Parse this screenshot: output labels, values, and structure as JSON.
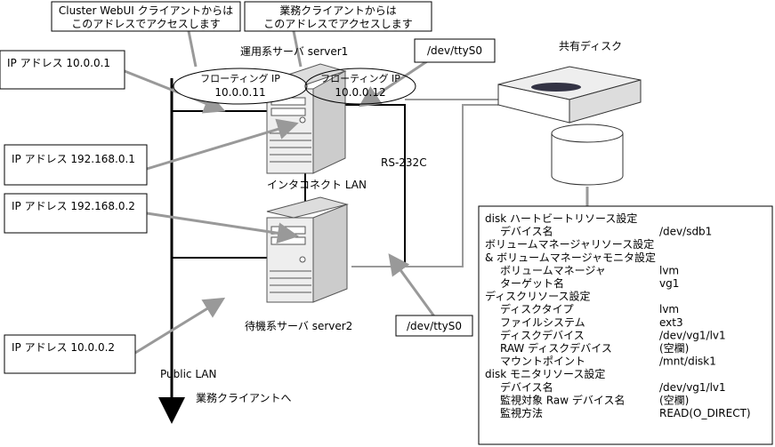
{
  "callouts": {
    "webui": [
      "Cluster WebUI クライアントからは",
      "このアドレスでアクセスします"
    ],
    "business": [
      "業務クライアントからは",
      "このアドレスでアクセスします"
    ]
  },
  "servers": {
    "primary_label": "運用系サーバ server1",
    "standby_label": "待機系サーバ server2"
  },
  "floating_ips": [
    {
      "label": "フローティング IP",
      "address": "10.0.0.11"
    },
    {
      "label": "フローティング IP",
      "address": "10.0.0.12"
    }
  ],
  "ip_boxes": [
    "IP アドレス  10.0.0.1",
    "IP アドレス  192.168.0.1",
    "IP アドレス  192.168.0.2",
    "IP アドレス  10.0.0.2"
  ],
  "tty": {
    "top": "/dev/ttyS0",
    "bottom": "/dev/ttyS0"
  },
  "links": {
    "interconnect": "インタコネクト LAN",
    "rs232c": "RS-232C",
    "public_lan": "Public LAN",
    "to_clients": "業務クライアントへ"
  },
  "shared_disk": "共有ディスク",
  "settings": [
    {
      "label": "disk ハートビートリソース設定",
      "value": "",
      "indent": 0
    },
    {
      "label": "デバイス名",
      "value": "/dev/sdb1",
      "indent": 1
    },
    {
      "label": "ボリュームマネージャリソース設定",
      "value": "",
      "indent": 0
    },
    {
      "label": "& ボリュームマネージャモニタ設定",
      "value": "",
      "indent": 0
    },
    {
      "label": "ボリュームマネージャ",
      "value": "lvm",
      "indent": 1
    },
    {
      "label": "ターゲット名",
      "value": "vg1",
      "indent": 1
    },
    {
      "label": "ディスクリソース設定",
      "value": "",
      "indent": 0
    },
    {
      "label": "ディスクタイプ",
      "value": "lvm",
      "indent": 1
    },
    {
      "label": "ファイルシステム",
      "value": "ext3",
      "indent": 1
    },
    {
      "label": "ディスクデバイス",
      "value": "/dev/vg1/lv1",
      "indent": 1
    },
    {
      "label": "RAW ディスクデバイス",
      "value": "(空欄)",
      "indent": 1
    },
    {
      "label": "マウントポイント",
      "value": "/mnt/disk1",
      "indent": 1
    },
    {
      "label": "disk モニタリソース設定",
      "value": "",
      "indent": 0
    },
    {
      "label": "デバイス名",
      "value": "/dev/vg1/lv1",
      "indent": 1
    },
    {
      "label": "監視対象 Raw デバイス名",
      "value": "(空欄)",
      "indent": 1
    },
    {
      "label": "監視方法",
      "value": "READ(O_DIRECT)",
      "indent": 1
    }
  ],
  "colors": {
    "line": "#000000",
    "pointer": "#999999",
    "server": "#e6e6e6",
    "ip_text": "#000066"
  }
}
